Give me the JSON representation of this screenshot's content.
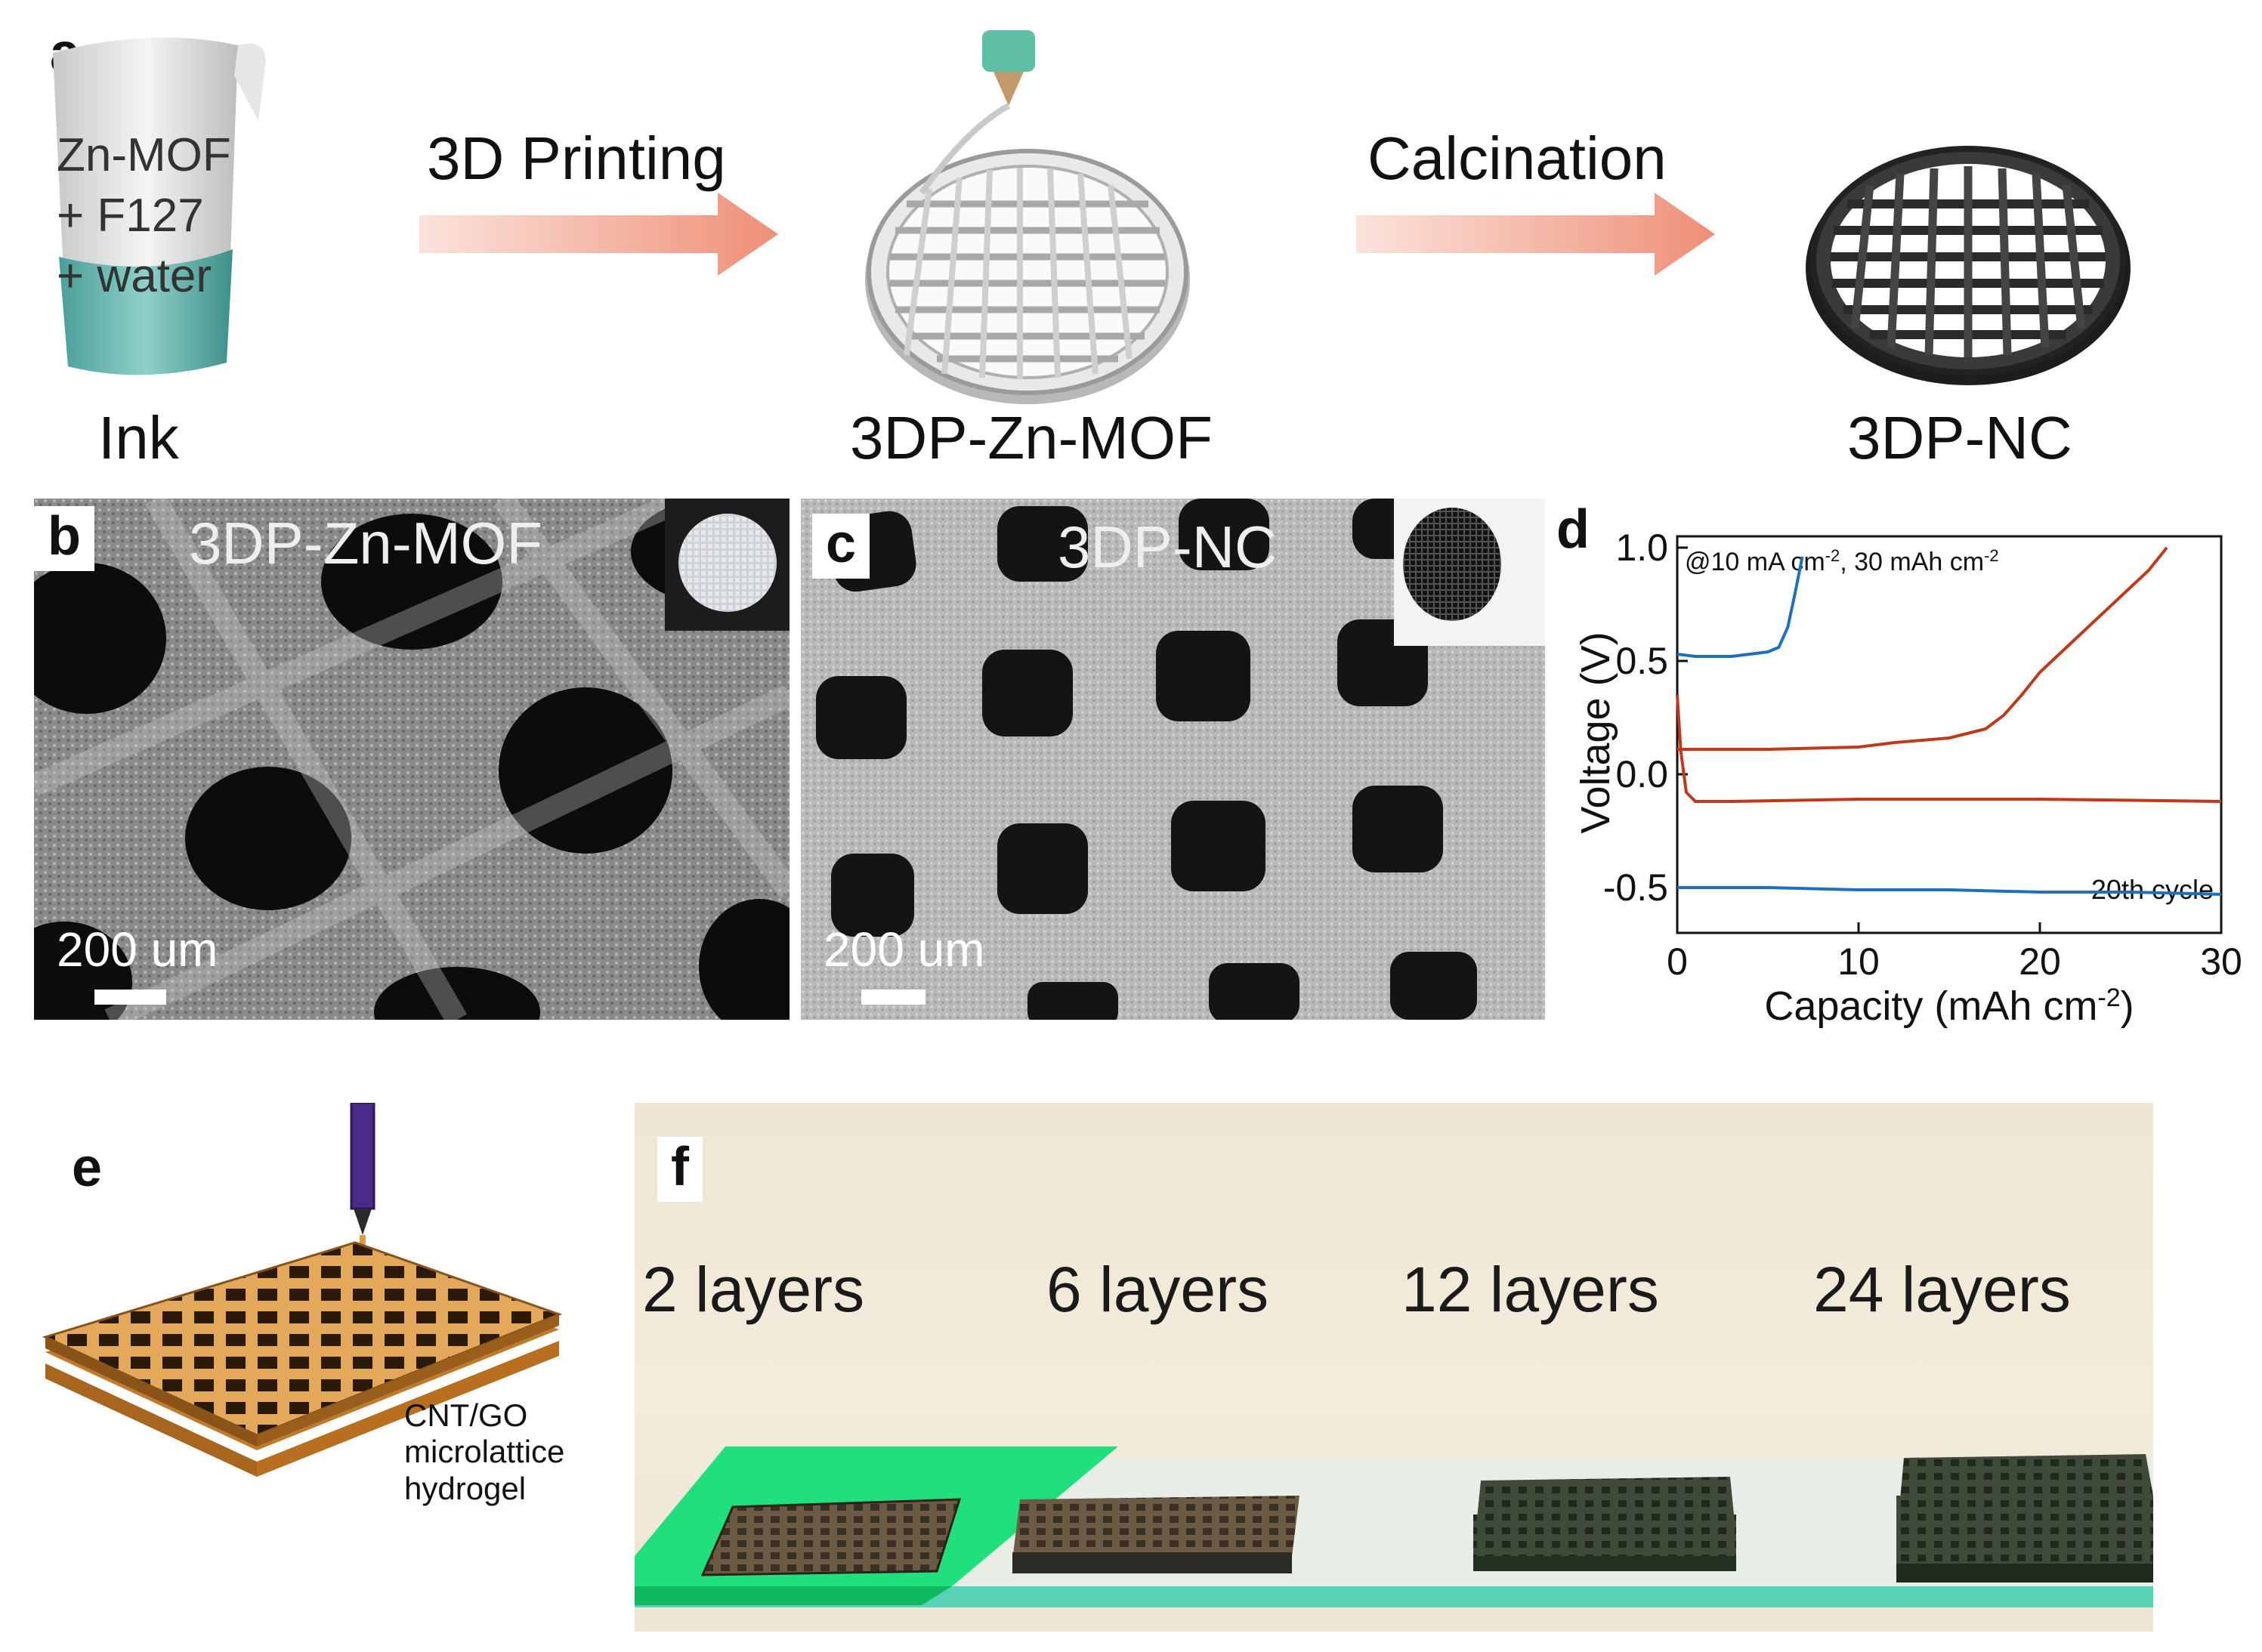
{
  "panel_a": {
    "letter": "a",
    "cup_lines": [
      "Zn-MOF",
      "+ F127",
      "+ water"
    ],
    "step1_label": "3D Printing",
    "step2_label": "Calcination",
    "caption_ink": "Ink",
    "caption_mof": "3DP-Zn-MOF",
    "caption_nc": "3DP-NC"
  },
  "panel_b": {
    "letter": "b",
    "title": "3DP-Zn-MOF",
    "scale": "200 um"
  },
  "panel_c": {
    "letter": "c",
    "title": "3DP-NC",
    "scale": "200 um"
  },
  "panel_d": {
    "letter": "d",
    "annotation_pre": "@10 mA cm",
    "annotation_sup": "-2",
    "annotation_post": ", 30 mAh cm",
    "annotation_sup2": "-2",
    "cycle_label": "20th cycle",
    "ylabel": "Voltage (V)",
    "xlabel_pre": "Capacity (mAh cm",
    "xlabel_sup": "-2",
    "xlabel_post": ")"
  },
  "chart_data": {
    "type": "line",
    "xlabel": "Capacity (mAh cm-2)",
    "ylabel": "Voltage (V)",
    "xlim": [
      0,
      30
    ],
    "ylim": [
      -0.7,
      1.05
    ],
    "x_ticks": [
      "0",
      "10",
      "20",
      "30"
    ],
    "y_ticks": [
      "-0.5",
      "0.0",
      "0.5",
      "1.0"
    ],
    "grid": false,
    "series": [
      {
        "color": "#1f6fc0",
        "x": [
          0,
          1,
          3,
          5,
          5.6,
          6.1,
          6.5,
          6.9
        ],
        "y": [
          0.53,
          0.52,
          0.52,
          0.54,
          0.56,
          0.65,
          0.8,
          0.96
        ]
      },
      {
        "color": "#1f6fc0",
        "x": [
          0,
          5,
          10,
          15,
          20,
          25,
          30
        ],
        "y": [
          -0.5,
          -0.5,
          -0.51,
          -0.51,
          -0.52,
          -0.52,
          -0.53
        ]
      },
      {
        "color": "#c0391b",
        "x": [
          0,
          0.3,
          2,
          5,
          10,
          12,
          15,
          17,
          18,
          19,
          20,
          22,
          24,
          26,
          27
        ],
        "y": [
          0.11,
          0.11,
          0.11,
          0.11,
          0.12,
          0.14,
          0.16,
          0.2,
          0.26,
          0.35,
          0.45,
          0.6,
          0.75,
          0.9,
          1.0
        ]
      },
      {
        "color": "#c0391b",
        "x": [
          0,
          0.2,
          0.5,
          1,
          3,
          10,
          20,
          30
        ],
        "y": [
          0.35,
          0.1,
          -0.08,
          -0.12,
          -0.12,
          -0.11,
          -0.11,
          -0.12
        ]
      }
    ]
  },
  "panel_e": {
    "letter": "e",
    "label": "CNT/GO\nmicrolattice\nhydrogel"
  },
  "panel_f": {
    "letter": "f",
    "labels": [
      "2 layers",
      "6 layers",
      "12 layers",
      "24 layers"
    ]
  }
}
